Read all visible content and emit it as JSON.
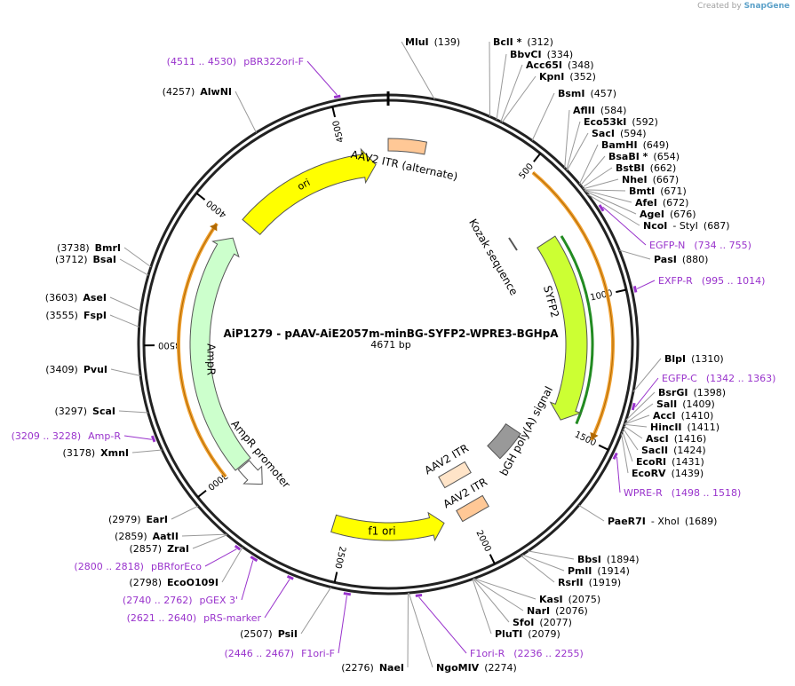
{
  "brand": {
    "created_by": "Created by",
    "name": "SnapGene"
  },
  "title": "AiP1279 - pAAV-AiE2057m-minBG-SYFP2-WPRE3-BGHpA",
  "length_label": "4671 bp",
  "length": 4671,
  "ticks": [
    {
      "pos": 500,
      "label": "500"
    },
    {
      "pos": 1000,
      "label": "1000"
    },
    {
      "pos": 1500,
      "label": "1500"
    },
    {
      "pos": 2000,
      "label": "2000"
    },
    {
      "pos": 2500,
      "label": "2500"
    },
    {
      "pos": 3000,
      "label": "3000"
    },
    {
      "pos": 3500,
      "label": "3500"
    },
    {
      "pos": 4000,
      "label": "4000"
    },
    {
      "pos": 4500,
      "label": "4500"
    }
  ],
  "sites": [
    {
      "name": "MluI",
      "pos_label": "(139)",
      "pos": 139
    },
    {
      "name": "BclI *",
      "pos_label": "(312)",
      "pos": 312
    },
    {
      "name": "BbvCI",
      "pos_label": "(334)",
      "pos": 334
    },
    {
      "name": "Acc65I",
      "pos_label": "(348)",
      "pos": 348
    },
    {
      "name": "KpnI",
      "pos_label": "(352)",
      "pos": 352
    },
    {
      "name": "BsmI",
      "pos_label": "(457)",
      "pos": 457
    },
    {
      "name": "AflII",
      "pos_label": "(584)",
      "pos": 584
    },
    {
      "name": "Eco53kI",
      "pos_label": "(592)",
      "pos": 592
    },
    {
      "name": "SacI",
      "pos_label": "(594)",
      "pos": 594
    },
    {
      "name": "BamHI",
      "pos_label": "(649)",
      "pos": 649
    },
    {
      "name": "BsaBI *",
      "pos_label": "(654)",
      "pos": 654
    },
    {
      "name": "BstBI",
      "pos_label": "(662)",
      "pos": 662
    },
    {
      "name": "NheI",
      "pos_label": "(667)",
      "pos": 667
    },
    {
      "name": "BmtI",
      "pos_label": "(671)",
      "pos": 671
    },
    {
      "name": "AfeI",
      "pos_label": "(672)",
      "pos": 672
    },
    {
      "name": "AgeI",
      "pos_label": "(676)",
      "pos": 676
    },
    {
      "name": "NcoI",
      "extra": "- StyI",
      "pos_label": "(687)",
      "pos": 687
    },
    {
      "name": "PasI",
      "pos_label": "(880)",
      "pos": 880
    },
    {
      "name": "BlpI",
      "pos_label": "(1310)",
      "pos": 1310
    },
    {
      "name": "BsrGI",
      "pos_label": "(1398)",
      "pos": 1398
    },
    {
      "name": "SalI",
      "pos_label": "(1409)",
      "pos": 1409
    },
    {
      "name": "AccI",
      "pos_label": "(1410)",
      "pos": 1410
    },
    {
      "name": "HincII",
      "pos_label": "(1411)",
      "pos": 1411
    },
    {
      "name": "AscI",
      "pos_label": "(1416)",
      "pos": 1416
    },
    {
      "name": "SacII",
      "pos_label": "(1424)",
      "pos": 1424
    },
    {
      "name": "EcoRI",
      "pos_label": "(1431)",
      "pos": 1431
    },
    {
      "name": "EcoRV",
      "pos_label": "(1439)",
      "pos": 1439
    },
    {
      "name": "PaeR7I",
      "extra": "- XhoI",
      "pos_label": "(1689)",
      "pos": 1689
    },
    {
      "name": "BbsI",
      "pos_label": "(1894)",
      "pos": 1894
    },
    {
      "name": "PmlI",
      "pos_label": "(1914)",
      "pos": 1914
    },
    {
      "name": "RsrII",
      "pos_label": "(1919)",
      "pos": 1919
    },
    {
      "name": "KasI",
      "pos_label": "(2075)",
      "pos": 2075
    },
    {
      "name": "NarI",
      "pos_label": "(2076)",
      "pos": 2076
    },
    {
      "name": "SfoI",
      "pos_label": "(2077)",
      "pos": 2077
    },
    {
      "name": "PluTI",
      "pos_label": "(2079)",
      "pos": 2079
    },
    {
      "name": "NgoMIV",
      "pos_label": "(2274)",
      "pos": 2274
    },
    {
      "name": "NaeI",
      "pos_label": "(2276)",
      "pos": 2276
    },
    {
      "name": "PsiI",
      "pos_label": "(2507)",
      "pos": 2507
    },
    {
      "name": "EcoO109I",
      "pos_label": "(2798)",
      "pos": 2798
    },
    {
      "name": "ZraI",
      "pos_label": "(2857)",
      "pos": 2857
    },
    {
      "name": "AatII",
      "pos_label": "(2859)",
      "pos": 2859
    },
    {
      "name": "EarI",
      "pos_label": "(2979)",
      "pos": 2979
    },
    {
      "name": "XmnI",
      "pos_label": "(3178)",
      "pos": 3178
    },
    {
      "name": "ScaI",
      "pos_label": "(3297)",
      "pos": 3297
    },
    {
      "name": "PvuI",
      "pos_label": "(3409)",
      "pos": 3409
    },
    {
      "name": "FspI",
      "pos_label": "(3555)",
      "pos": 3555
    },
    {
      "name": "AseI",
      "pos_label": "(3603)",
      "pos": 3603
    },
    {
      "name": "BsaI",
      "pos_label": "(3712)",
      "pos": 3712
    },
    {
      "name": "BmrI",
      "pos_label": "(3738)",
      "pos": 3738
    },
    {
      "name": "AlwNI",
      "pos_label": "(4257)",
      "pos": 4257
    }
  ],
  "primers": [
    {
      "name": "pBR322ori-F",
      "range": "(4511 .. 4530)",
      "start": 4511,
      "end": 4530
    },
    {
      "name": "EGFP-N",
      "range": "(734 .. 755)",
      "start": 734,
      "end": 755
    },
    {
      "name": "EXFP-R",
      "range": "(995 .. 1014)",
      "start": 995,
      "end": 1014
    },
    {
      "name": "EGFP-C",
      "range": "(1342 .. 1363)",
      "start": 1342,
      "end": 1363
    },
    {
      "name": "WPRE-R",
      "range": "(1498 .. 1518)",
      "start": 1498,
      "end": 1518
    },
    {
      "name": "F1ori-R",
      "range": "(2236 .. 2255)",
      "start": 2236,
      "end": 2255
    },
    {
      "name": "F1ori-F",
      "range": "(2446 .. 2467)",
      "start": 2446,
      "end": 2467
    },
    {
      "name": "pRS-marker",
      "range": "(2621 .. 2640)",
      "start": 2621,
      "end": 2640
    },
    {
      "name": "pGEX 3'",
      "range": "(2740 .. 2762)",
      "start": 2740,
      "end": 2762
    },
    {
      "name": "pBRforEco",
      "range": "(2800 .. 2818)",
      "start": 2800,
      "end": 2818
    },
    {
      "name": "Amp-R",
      "range": "(3209 .. 3228)",
      "start": 3209,
      "end": 3228
    }
  ],
  "features": [
    {
      "name": "ori",
      "color": "#ffff00"
    },
    {
      "name": "AAV2 ITR (alternate)",
      "color": "#ffc896"
    },
    {
      "name": "Kozak sequence",
      "color": "#999999"
    },
    {
      "name": "SYFP2",
      "color": "#ccff33"
    },
    {
      "name": "bGH poly(A) signal",
      "color": "#999999"
    },
    {
      "name": "AAV2 ITR",
      "color": "#ffe4c8"
    },
    {
      "name": "AAV2 ITR",
      "color": "#ffc896"
    },
    {
      "name": "f1 ori",
      "color": "#ffff00"
    },
    {
      "name": "AmpR",
      "color": "#ccffcc"
    },
    {
      "name": "AmpR promoter",
      "color": "#ffffff"
    }
  ],
  "colors": {
    "backbone": "#222222",
    "primer": "#9933cc",
    "orf_outline": "#f0a030",
    "site_line": "#999999"
  }
}
